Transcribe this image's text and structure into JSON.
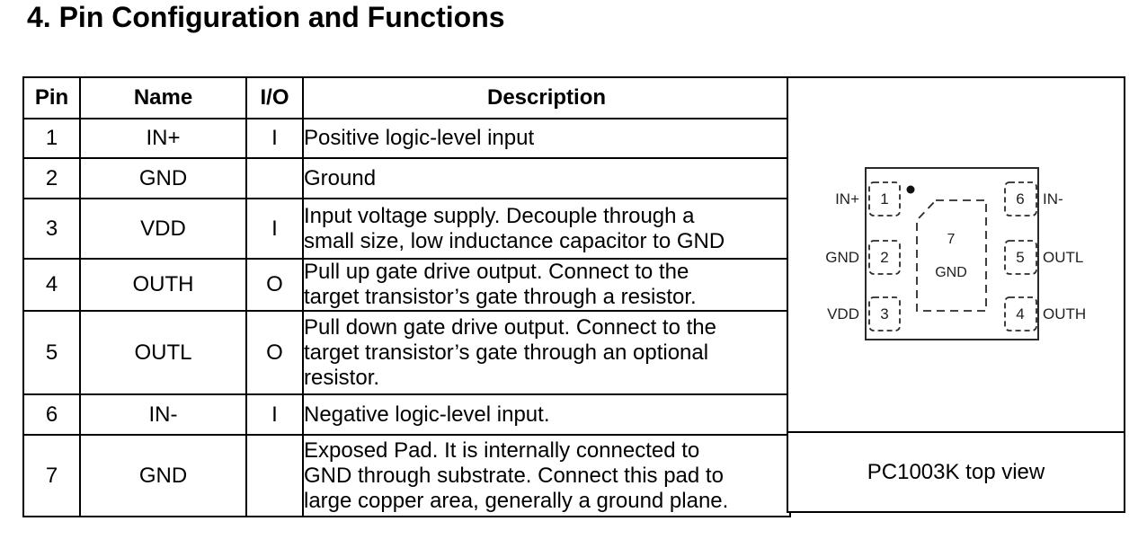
{
  "page": {
    "title": "4. Pin Configuration and Functions"
  },
  "table": {
    "headers": {
      "pin": "Pin",
      "name": "Name",
      "io": "I/O",
      "description": "Description"
    },
    "rows": [
      {
        "pin": "1",
        "name": "IN+",
        "io": "I",
        "description": "Positive logic-level input"
      },
      {
        "pin": "2",
        "name": "GND",
        "io": "",
        "description": "Ground"
      },
      {
        "pin": "3",
        "name": "VDD",
        "io": "I",
        "description": "Input voltage supply. Decouple through a\nsmall size, low inductance capacitor to GND"
      },
      {
        "pin": "4",
        "name": "OUTH",
        "io": "O",
        "description": "Pull up gate drive output. Connect to the\ntarget transistor’s gate through a resistor."
      },
      {
        "pin": "5",
        "name": "OUTL",
        "io": "O",
        "description": "Pull down gate drive output. Connect to the\ntarget transistor’s gate through an optional\nresistor."
      },
      {
        "pin": "6",
        "name": "IN-",
        "io": "I",
        "description": "Negative logic-level input."
      },
      {
        "pin": "7",
        "name": "GND",
        "io": "",
        "description": "Exposed Pad. It is internally connected to\nGND through substrate. Connect this pad to\nlarge copper area, generally a ground plane."
      }
    ]
  },
  "diagram": {
    "caption": "PC1003K top view",
    "pins_left": [
      {
        "number": "1",
        "label": "IN+"
      },
      {
        "number": "2",
        "label": "GND"
      },
      {
        "number": "3",
        "label": "VDD"
      }
    ],
    "pins_right": [
      {
        "number": "6",
        "label": "IN-"
      },
      {
        "number": "5",
        "label": "OUTL"
      },
      {
        "number": "4",
        "label": "OUTH"
      }
    ],
    "exposed_pad": {
      "number": "7",
      "label": "GND"
    }
  },
  "colors": {
    "background": "#ffffff",
    "text": "#000000",
    "table_border": "#000000",
    "diagram_line": "#2a2a2a"
  }
}
